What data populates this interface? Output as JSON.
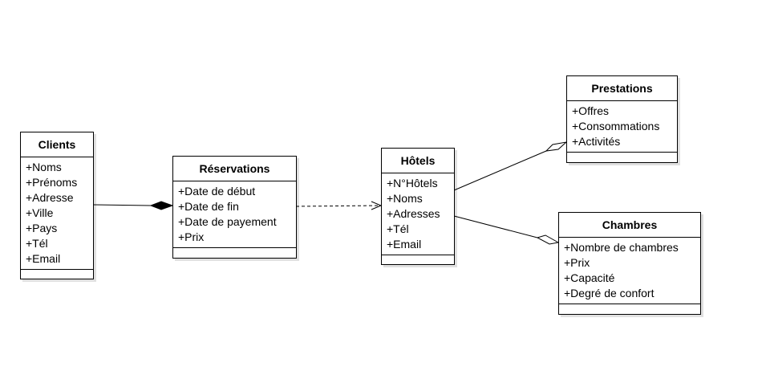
{
  "classes": {
    "clients": {
      "title": "Clients",
      "attributes": [
        "+Noms",
        "+Prénoms",
        "+Adresse",
        "+Ville",
        "+Pays",
        "+Tél",
        "+Email"
      ]
    },
    "reservations": {
      "title": "Réservations",
      "attributes": [
        "+Date de début",
        "+Date de fin",
        "+Date de payement",
        "+Prix"
      ]
    },
    "hotels": {
      "title": "Hôtels",
      "attributes": [
        "+N°Hôtels",
        "+Noms",
        "+Adresses",
        "+Tél",
        "+Email"
      ]
    },
    "prestations": {
      "title": "Prestations",
      "attributes": [
        "+Offres",
        "+Consommations",
        "+Activités"
      ]
    },
    "chambres": {
      "title": "Chambres",
      "attributes": [
        "+Nombre de chambres",
        "+Prix",
        "+Capacité",
        "+Degré de confort"
      ]
    }
  },
  "relations": [
    {
      "from": "clients",
      "to": "reservations",
      "type": "composition"
    },
    {
      "from": "reservations",
      "to": "hotels",
      "type": "dependency"
    },
    {
      "from": "hotels",
      "to": "prestations",
      "type": "aggregation"
    },
    {
      "from": "hotels",
      "to": "chambres",
      "type": "aggregation"
    }
  ]
}
